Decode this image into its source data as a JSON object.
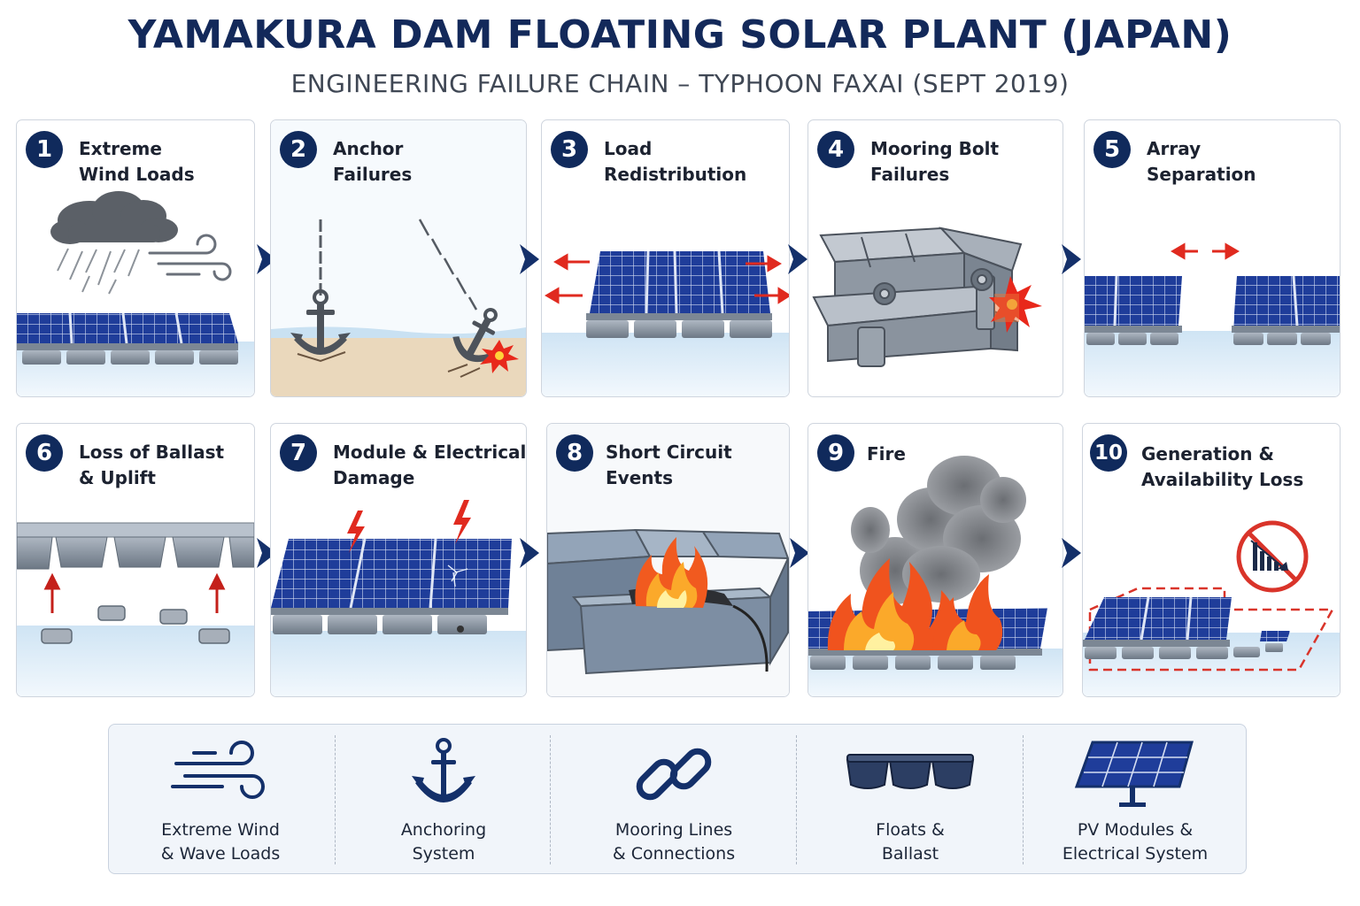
{
  "title": "YAMAKURA DAM FLOATING SOLAR PLANT (JAPAN)",
  "subtitle": "ENGINEERING FAILURE CHAIN – TYPHOON FAXAI (SEPT 2019)",
  "steps": [
    {
      "number": "1",
      "line1": "Extreme",
      "line2": "Wind Loads"
    },
    {
      "number": "2",
      "line1": "Anchor",
      "line2": "Failures"
    },
    {
      "number": "3",
      "line1": "Load",
      "line2": "Redistribution"
    },
    {
      "number": "4",
      "line1": "Mooring Bolt",
      "line2": "Failures"
    },
    {
      "number": "5",
      "line1": "Array",
      "line2": "Separation"
    },
    {
      "number": "6",
      "line1": "Loss of Ballast",
      "line2": "& Uplift"
    },
    {
      "number": "7",
      "line1": "Module & Electrical",
      "line2": "Damage"
    },
    {
      "number": "8",
      "line1": "Short Circuit",
      "line2": "Events"
    },
    {
      "number": "9",
      "line1": "Fire",
      "line2": ""
    },
    {
      "number": "10",
      "line1": "Generation &",
      "line2": "Availability Loss"
    }
  ],
  "legend": [
    {
      "icon": "wind-icon",
      "line1": "Extreme Wind",
      "line2": "& Wave Loads"
    },
    {
      "icon": "anchor-icon",
      "line1": "Anchoring",
      "line2": "System"
    },
    {
      "icon": "chain-link-icon",
      "line1": "Mooring Lines",
      "line2": "& Connections"
    },
    {
      "icon": "floats-icon",
      "line1": "Floats &",
      "line2": "Ballast"
    },
    {
      "icon": "pv-module-icon",
      "line1": "PV Modules &",
      "line2": "Electrical System"
    }
  ],
  "colors": {
    "navy": "#13295a",
    "panel_blue": "#1f3f9c",
    "water": "#d7e9f6",
    "alert_red": "#e02a1f",
    "fire_orange": "#f58a1f"
  }
}
